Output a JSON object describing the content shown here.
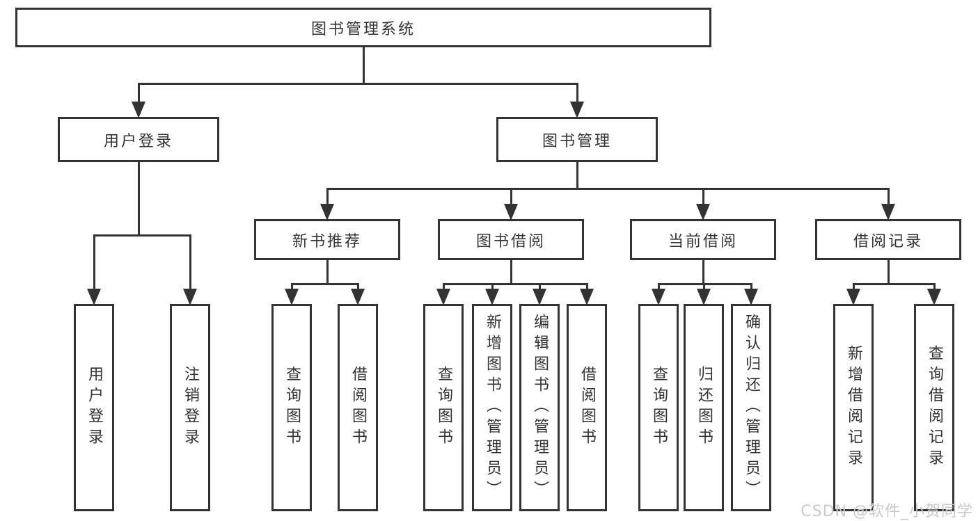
{
  "colors": {
    "line": "#333333",
    "box_border": "#333333",
    "text": "#333333",
    "watermark": "#c9c9c9",
    "background": "#ffffff"
  },
  "watermark": {
    "text": "CSDN @软件_小贺同学"
  },
  "tree": {
    "root": "图书管理系统",
    "branches": [
      {
        "label": "用户登录",
        "children": [
          "用户登录",
          "注销登录"
        ]
      },
      {
        "label": "图书管理",
        "sections": [
          {
            "label": "新书推荐",
            "children": [
              "查询图书",
              "借阅图书"
            ]
          },
          {
            "label": "图书借阅",
            "children": [
              "查询图书",
              "新增图书（管理员）",
              "编辑图书（管理员）",
              "借阅图书"
            ]
          },
          {
            "label": "当前借阅",
            "children": [
              "查询图书",
              "归还图书",
              "确认归还（管理员）"
            ]
          },
          {
            "label": "借阅记录",
            "children": [
              "新增借阅记录",
              "查询借阅记录"
            ]
          }
        ]
      }
    ]
  }
}
